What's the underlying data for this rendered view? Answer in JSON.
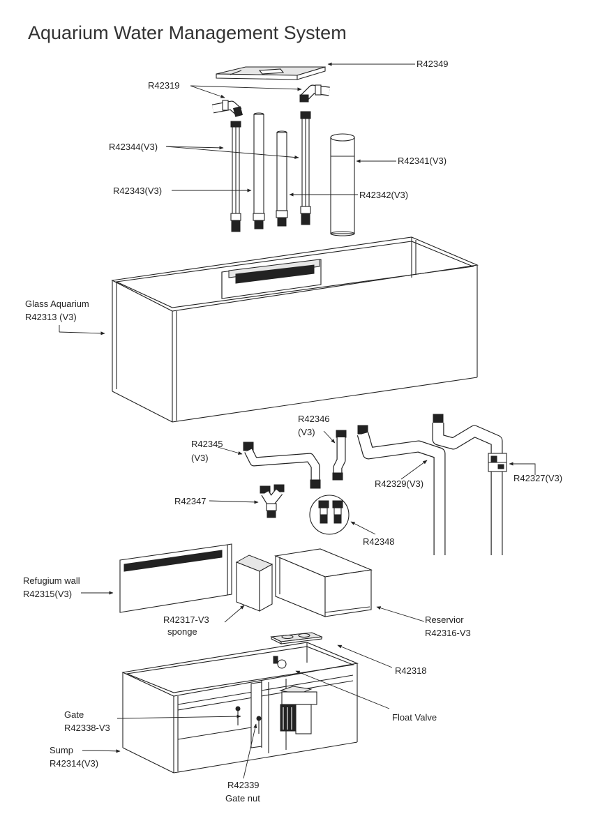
{
  "title": "Aquarium Water Management System",
  "labels": {
    "r42349": "R42349",
    "r42319": "R42319",
    "r42344": "R42344(V3)",
    "r42341": "R42341(V3)",
    "r42343": "R42343(V3)",
    "r42342": "R42342(V3)",
    "glass_aquarium_name": "Glass Aquarium",
    "glass_aquarium_code": "R42313 (V3)",
    "r42346_code": "R42346",
    "r42346_ver": "(V3)",
    "r42345_code": "R42345",
    "r42345_ver": "(V3)",
    "r42329": "R42329(V3)",
    "r42327": "R42327(V3)",
    "r42347": "R42347",
    "r42348": "R42348",
    "refugium_wall_name": "Refugium wall",
    "refugium_wall_code": "R42315(V3)",
    "sponge_code": "R42317-V3",
    "sponge_name": "sponge",
    "reservoir_name": "Reservior",
    "reservoir_code": "R42316-V3",
    "r42318": "R42318",
    "float_valve": "Float Valve",
    "gate_name": "Gate",
    "gate_code": "R42338-V3",
    "sump_name": "Sump",
    "sump_code": "R42314(V3)",
    "gate_nut_code": "R42339",
    "gate_nut_name": "Gate nut"
  }
}
